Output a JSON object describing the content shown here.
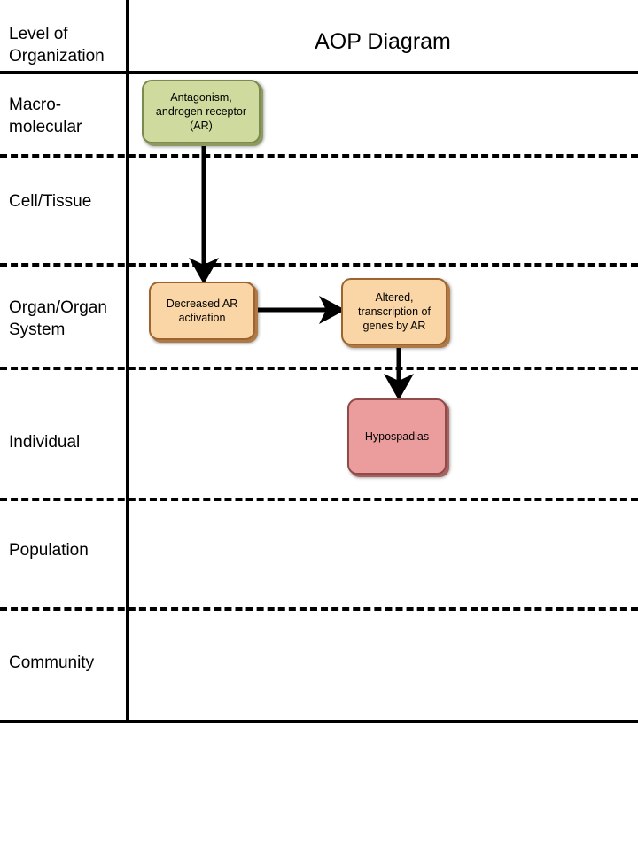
{
  "header": {
    "column_label": "Level of\nOrganization",
    "title": "AOP Diagram"
  },
  "rows": [
    {
      "id": "macromolecular",
      "label": "Macro-\nmolecular"
    },
    {
      "id": "cell-tissue",
      "label": "Cell/Tissue"
    },
    {
      "id": "organ-system",
      "label": "Organ/Organ\nSystem"
    },
    {
      "id": "individual",
      "label": "Individual"
    },
    {
      "id": "population",
      "label": "Population"
    },
    {
      "id": "community",
      "label": "Community"
    }
  ],
  "nodes": [
    {
      "id": "molecular-initiating-event",
      "label": "Antagonism,\nandrogen receptor\n(AR)",
      "row": "macromolecular",
      "color": "#cfda9e"
    },
    {
      "id": "key-event-decreased-ar-activation",
      "label": "Decreased AR\nactivation",
      "row": "organ-system",
      "color": "#fad5a5"
    },
    {
      "id": "key-event-altered-transcription",
      "label": "Altered,\ntranscription of\ngenes by AR",
      "row": "organ-system",
      "color": "#fad5a5"
    },
    {
      "id": "adverse-outcome-hypospadias",
      "label": "Hypospadias",
      "row": "individual",
      "color": "#eb9d9d"
    }
  ],
  "edges": [
    {
      "id": "edge-antagonism-to-decreased-ar",
      "from": "molecular-initiating-event",
      "to": "key-event-decreased-ar-activation",
      "direction": "down"
    },
    {
      "id": "edge-decreased-ar-to-altered",
      "from": "key-event-decreased-ar-activation",
      "to": "key-event-altered-transcription",
      "direction": "right"
    },
    {
      "id": "edge-altered-to-hypospadias",
      "from": "key-event-altered-transcription",
      "to": "adverse-outcome-hypospadias",
      "direction": "down"
    }
  ],
  "colors": {
    "line": "#000000",
    "background": "#ffffff",
    "green_fill": "#cfda9e",
    "orange_fill": "#fad5a5",
    "pink_fill": "#eb9d9d"
  }
}
